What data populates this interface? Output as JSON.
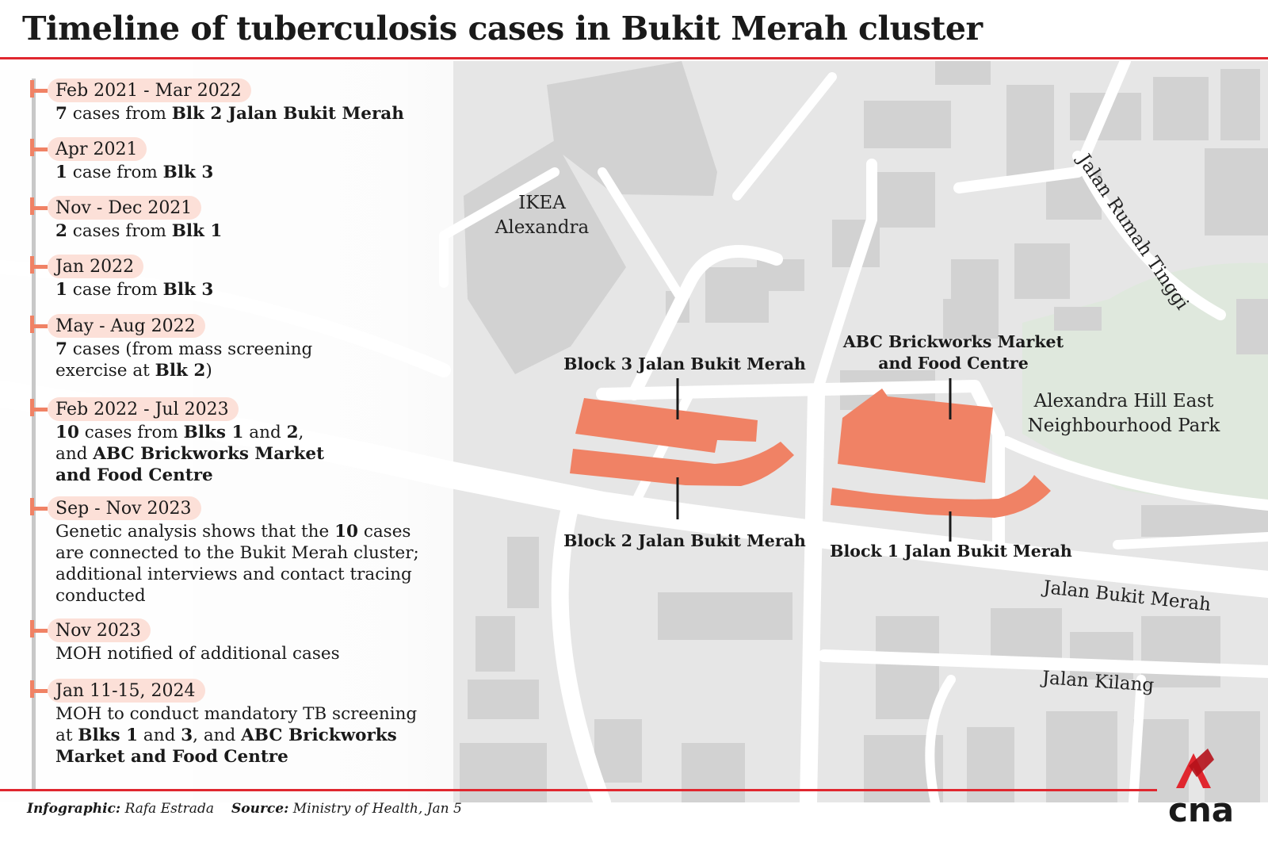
{
  "title": "Timeline of tuberculosis cases in Bukit Merah cluster",
  "timeline": [
    {
      "date": "Feb 2021 - Mar 2022",
      "parts": [
        {
          "t": "7",
          "b": true
        },
        {
          "t": " cases from "
        },
        {
          "t": "Blk 2 Jalan Bukit Merah",
          "b": true
        }
      ]
    },
    {
      "date": "Apr 2021",
      "parts": [
        {
          "t": "1",
          "b": true
        },
        {
          "t": " case from "
        },
        {
          "t": "Blk 3",
          "b": true
        }
      ]
    },
    {
      "date": "Nov - Dec 2021",
      "parts": [
        {
          "t": "2",
          "b": true
        },
        {
          "t": " cases from "
        },
        {
          "t": "Blk 1",
          "b": true
        }
      ]
    },
    {
      "date": "Jan 2022",
      "parts": [
        {
          "t": "1",
          "b": true
        },
        {
          "t": " case from "
        },
        {
          "t": "Blk 3",
          "b": true
        }
      ]
    },
    {
      "date": "May - Aug 2022",
      "parts": [
        {
          "t": "7",
          "b": true
        },
        {
          "t": " cases (from mass screening"
        },
        {
          "br": true
        },
        {
          "t": "exercise at "
        },
        {
          "t": "Blk 2",
          "b": true
        },
        {
          "t": ")"
        }
      ]
    },
    {
      "date": "Feb 2022 - Jul 2023",
      "parts": [
        {
          "t": "10",
          "b": true
        },
        {
          "t": " cases from "
        },
        {
          "t": "Blks 1",
          "b": true
        },
        {
          "t": " and "
        },
        {
          "t": "2",
          "b": true
        },
        {
          "t": ","
        },
        {
          "br": true
        },
        {
          "t": "and "
        },
        {
          "t": "ABC Brickworks Market",
          "b": true
        },
        {
          "br": true
        },
        {
          "t": "and Food Centre",
          "b": true
        }
      ]
    },
    {
      "date": "Sep - Nov 2023",
      "parts": [
        {
          "t": "Genetic analysis shows that the "
        },
        {
          "t": "10",
          "b": true
        },
        {
          "t": " cases"
        },
        {
          "br": true
        },
        {
          "t": "are connected to the Bukit Merah cluster;"
        },
        {
          "br": true
        },
        {
          "t": "additional interviews and contact tracing"
        },
        {
          "br": true
        },
        {
          "t": "conducted"
        }
      ]
    },
    {
      "date": "Nov 2023",
      "parts": [
        {
          "t": "MOH notified of additional cases"
        }
      ]
    },
    {
      "date": "Jan 11-15, 2024",
      "parts": [
        {
          "t": "MOH to conduct mandatory TB screening"
        },
        {
          "br": true
        },
        {
          "t": "at "
        },
        {
          "t": "Blks 1",
          "b": true
        },
        {
          "t": " and "
        },
        {
          "t": "3",
          "b": true
        },
        {
          "t": ", and "
        },
        {
          "t": "ABC Brickworks",
          "b": true
        },
        {
          "br": true
        },
        {
          "t": "Market and Food Centre",
          "b": true
        }
      ]
    }
  ],
  "map": {
    "places": {
      "ikea": "IKEA\nAlexandra",
      "park": "Alexandra Hill East\nNeighbourhood Park"
    },
    "blocks": {
      "blk3": "Block 3 Jalan Bukit Merah",
      "blk2": "Block 2 Jalan Bukit Merah",
      "abc": "ABC Brickworks Market\nand Food Centre",
      "blk1": "Block 1 Jalan Bukit Merah"
    },
    "roads": {
      "rumah_tinggi": "Jalan Rumah Tinggi",
      "bukit_merah": "Jalan Bukit Merah",
      "kilang": "Jalan Kilang"
    }
  },
  "footer": {
    "infographic_label": "Infographic:",
    "infographic_value": "Rafa Estrada",
    "source_label": "Source:",
    "source_value": "Ministry of Health, Jan 5",
    "logo_text": "cna"
  },
  "colors": {
    "accent_red": "#e0272f",
    "highlight": "#f08265",
    "pill": "#fce0d8",
    "map_bg": "#e6e6e6",
    "building": "#d4d4d4",
    "road": "#ffffff",
    "park": "#dfe8dd"
  }
}
